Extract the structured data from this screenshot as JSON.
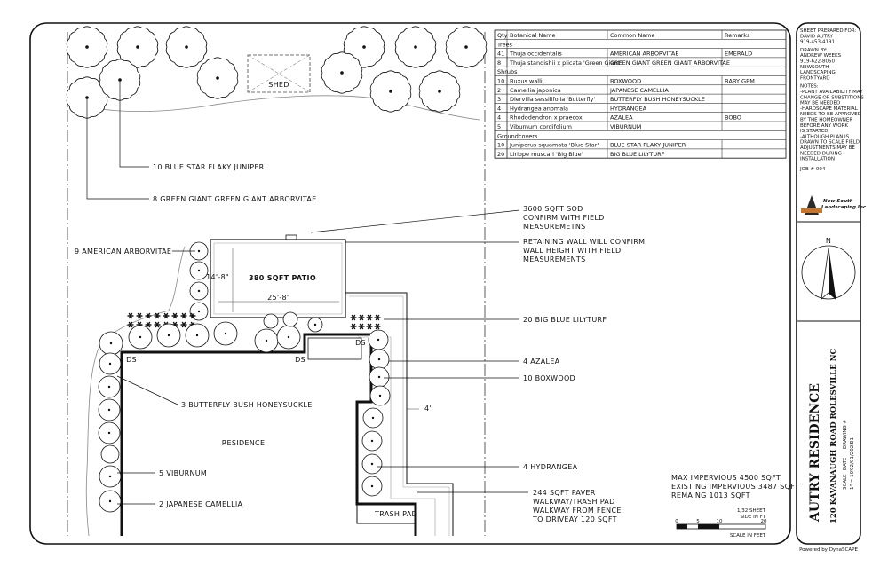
{
  "plan": {
    "shed": "SHED",
    "patio": "380 SQFT PATIO",
    "patio_dim_h": "14'-8\"",
    "patio_dim_w": "25'-8\"",
    "residence": "RESIDENCE",
    "trash_pad": "TRASH PAD",
    "ds1": "DS",
    "ds2": "DS",
    "ds3": "DS",
    "dim_4": "4'"
  },
  "callouts": {
    "blue_star_juniper": "10 BLUE STAR FLAKY JUNIPER",
    "green_giant": "8 GREEN GIANT GREEN GIANT ARBORVITAE",
    "american_arb": "9 AMERICAN ARBORVITAE",
    "sod": [
      "3600 SQFT SOD",
      "CONFIRM WITH FIELD",
      "MEASUREMETNS"
    ],
    "retaining": [
      "RETAINING WALL WILL CONFIRM",
      "WALL HEIGHT WITH FIELD",
      "MEASUREMENTS"
    ],
    "lilyturf": "20 BIG BLUE LILYTURF",
    "azalea": "4 AZALEA",
    "boxwood": "10 BOXWOOD",
    "butterfly": "3 BUTTERFLY BUSH HONEYSUCKLE",
    "hydrangea": "4 HYDRANGEA",
    "viburnum": "5 VIBURNUM",
    "camellia": "2 JAPANESE CAMELLIA",
    "paver": [
      "244 SQFT PAVER",
      "WALKWAY/TRASH PAD",
      "WALKWAY FROM FENCE",
      "TO DRIVEAY 120 SQFT"
    ],
    "impervious": [
      "MAX IMPERVIOUS 4500 SQFT",
      "EXISTING IMPERVIOUS 3487 SQFT",
      "REMAING 1013 SQFT"
    ]
  },
  "scale": {
    "top": "1/32 SHEET",
    "top2": "SIDE IN FT",
    "ticks": [
      "0",
      "5",
      "10",
      "20"
    ],
    "label": "SCALE IN FEET"
  },
  "schedule": {
    "headers": [
      "Qty",
      "Botanical Name",
      "Common Name",
      "Remarks"
    ],
    "groups": [
      {
        "title": "Trees",
        "rows": [
          [
            "41",
            "Thuja occidentalis",
            "AMERICAN ARBORVITAE",
            "EMERALD"
          ],
          [
            "8",
            "Thuja standishii x plicata 'Green Giant'",
            "GREEN GIANT GREEN GIANT ARBORVITAE",
            ""
          ]
        ]
      },
      {
        "title": "Shrubs",
        "rows": [
          [
            "10",
            "Buxus wallii",
            "BOXWOOD",
            "BABY GEM"
          ],
          [
            "2",
            "Camellia japonica",
            "JAPANESE CAMELLIA",
            ""
          ],
          [
            "3",
            "Diervilla sessilifolia 'Butterfly'",
            "BUTTERFLY BUSH HONEYSUCKLE",
            ""
          ],
          [
            "4",
            "Hydrangea anomala",
            "HYDRANGEA",
            ""
          ],
          [
            "4",
            "Rhododendron x praecox",
            "AZALEA",
            "BOBO"
          ],
          [
            "5",
            "Viburnum cordifolium",
            "VIBURNUM",
            ""
          ]
        ]
      },
      {
        "title": "Groundcovers",
        "rows": [
          [
            "10",
            "Juniperus squamata 'Blue Star'",
            "BLUE STAR FLAKY JUNIPER",
            ""
          ],
          [
            "20",
            "Liriope muscari 'Big Blue'",
            "BIG BLUE LILYTURF",
            ""
          ]
        ]
      }
    ]
  },
  "titleblock": {
    "prepared": [
      "SHEET PREPARED FOR:",
      "DAVID AUTRY",
      "919-453-4191"
    ],
    "drawn": [
      "DRAWN BY:",
      "ANDREW WEEKS",
      "919-622-8050",
      "NEWSOUTH",
      "LANDSCAPING",
      "FRONTYARD"
    ],
    "notes": [
      "NOTES:",
      "-PLANT AVAILABILITY MAY",
      "CHANGE OR SUBSTITIONS",
      "MAY BE NEEDED",
      "-HARDSCAPE MATERIAL",
      "NEEDS TO BE APPROVED",
      "BY THE HOMEOWNER",
      "BEFORE ANY WORK",
      "IS STARTED",
      "-ALTHOUGH PLAN IS",
      "DRAWN TO SCALE FIELD",
      "ADJUSTMENTS MAY BE",
      "NEEDED DURING",
      "INSTALLATION"
    ],
    "job": "JOB # 004",
    "logo": [
      "New South",
      "Landscaping Inc"
    ],
    "north": "N",
    "project": "AUTRY RESIDENCE",
    "address": "120 KAVANAUGH ROAD ROLESVILLE NC",
    "scale_label": "SCALE",
    "scale_value": "1\" = 10'",
    "date_label": "DATE",
    "date_value": "02/01/2023",
    "drawing_label": "DRAWING #",
    "drawing_value": "01",
    "powered": "Powered by DynaSCAPE"
  }
}
